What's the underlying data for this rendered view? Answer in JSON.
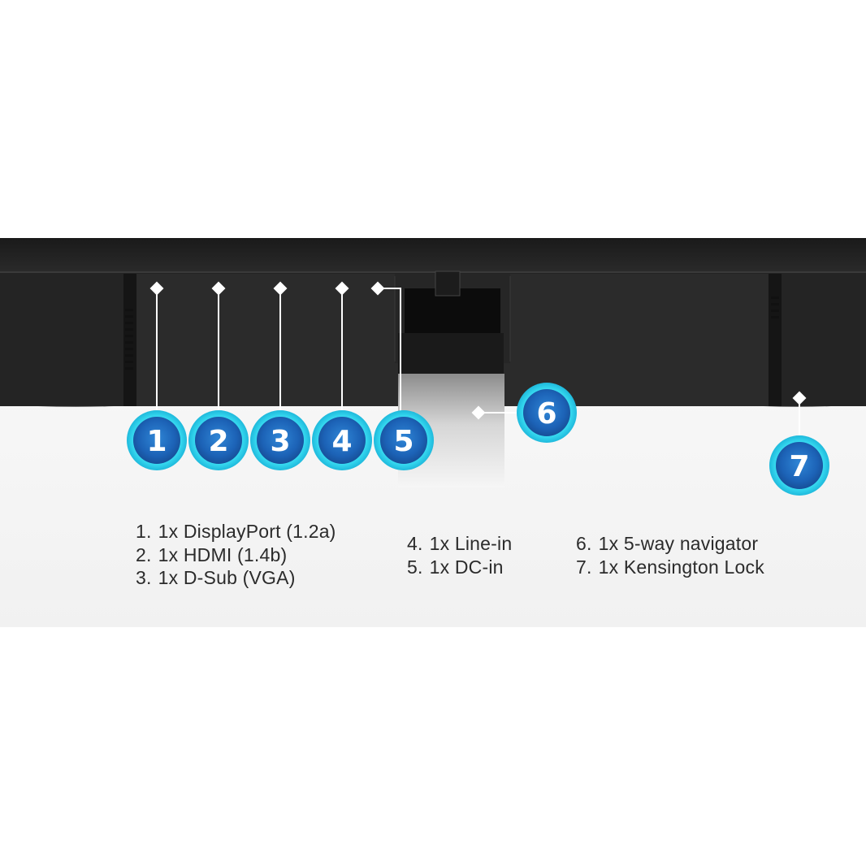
{
  "colors": {
    "badge_outer": "#2fd5ee",
    "badge_inner": "#1f6fc2",
    "monitor_body": "#1f1f1f",
    "floor": "#f3f3f3",
    "text": "#2b2b2b"
  },
  "callouts": [
    {
      "number": "1",
      "label": "1x DisplayPort (1.2a)"
    },
    {
      "number": "2",
      "label": "1x HDMI (1.4b)"
    },
    {
      "number": "3",
      "label": "1x D-Sub (VGA)"
    },
    {
      "number": "4",
      "label": "1x Line-in"
    },
    {
      "number": "5",
      "label": "1x DC-in"
    },
    {
      "number": "6",
      "label": "1x 5-way navigator"
    },
    {
      "number": "7",
      "label": "1x Kensington Lock"
    }
  ],
  "legend": {
    "col1": [
      {
        "num": "1.",
        "text": "1x DisplayPort (1.2a)"
      },
      {
        "num": "2.",
        "text": "1x HDMI (1.4b)"
      },
      {
        "num": "3.",
        "text": "1x D-Sub (VGA)"
      }
    ],
    "col2": [
      {
        "num": "4.",
        "text": "1x Line-in"
      },
      {
        "num": "5.",
        "text": "1x DC-in"
      }
    ],
    "col3": [
      {
        "num": "6.",
        "text": "1x 5-way navigator"
      },
      {
        "num": "7.",
        "text": "1x Kensington Lock"
      }
    ]
  }
}
